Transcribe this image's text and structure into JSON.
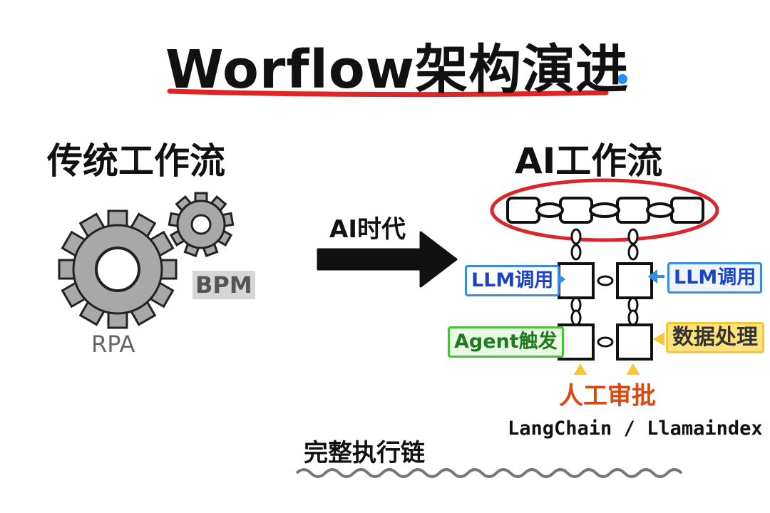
{
  "title": "Worflow架构演进",
  "traditional": {
    "heading": "传统工作流",
    "gear_small_label": "BPM",
    "gear_large_label": "RPA"
  },
  "transition": {
    "arrow_label": "AI时代"
  },
  "ai": {
    "heading": "AI工作流",
    "tags": {
      "llm_left": "LLM调用",
      "llm_right": "LLM调用",
      "agent_trigger": "Agent触发",
      "data_processing": "数据处理",
      "human_approval": "人工审批"
    },
    "frameworks": "LangChain / Llamaindex"
  },
  "footer": {
    "chain_label": "完整执行链"
  },
  "colors": {
    "title_underline": "#e02424",
    "title_dot": "#1e90ff",
    "chain_ellipse": "#d9262b",
    "llm": "#1a44c8",
    "agent": "#1f7a1f",
    "data_highlight": "#ffe27a",
    "approval": "#d9480f",
    "gear": "#9a9a9a"
  }
}
